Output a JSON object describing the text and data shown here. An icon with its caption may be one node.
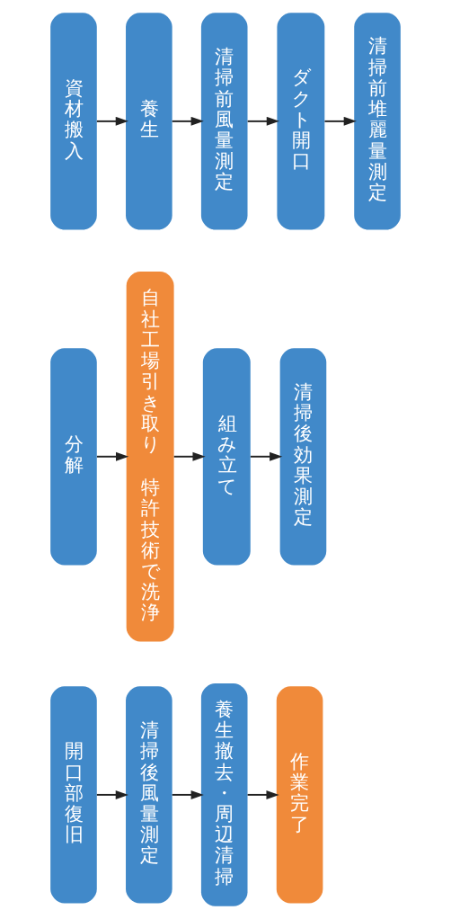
{
  "diagram": {
    "nodes": [
      {
        "text": [
          "資材搬入"
        ]
      },
      {
        "text": [
          "養生"
        ]
      },
      {
        "text": [
          "清掃前風量測定"
        ]
      },
      {
        "text": [
          "ダクト開口"
        ]
      },
      {
        "text": [
          "清掃前堆麗量測定"
        ]
      },
      {
        "text": [
          "分解"
        ]
      },
      {
        "text": [
          "自社工場引き取り",
          "特許技術で洗浄"
        ]
      },
      {
        "text": [
          "組み立て"
        ]
      },
      {
        "text": [
          "清掃後効果測定"
        ]
      },
      {
        "text": [
          "開口部復旧"
        ]
      },
      {
        "text": [
          "清掃後風量測定"
        ]
      },
      {
        "text": [
          "養生撤去・周辺清掃"
        ]
      },
      {
        "text": [
          "作業完了"
        ]
      }
    ],
    "edges": [
      {
        "from": 0,
        "to": 1,
        "arrow": "to"
      },
      {
        "from": 1,
        "to": 2,
        "arrow": "to"
      },
      {
        "from": 2,
        "to": 3,
        "arrow": "to"
      },
      {
        "from": 3,
        "to": 4,
        "arrow": "to"
      },
      {
        "from": 5,
        "to": 6,
        "arrow": "to"
      },
      {
        "from": 6,
        "to": 7,
        "arrow": "to"
      },
      {
        "from": 7,
        "to": 8,
        "arrow": "to"
      },
      {
        "from": 9,
        "to": 10,
        "arrow": "to"
      },
      {
        "from": 10,
        "to": 11,
        "arrow": "to"
      },
      {
        "from": 11,
        "to": 12,
        "arrow": "to"
      }
    ]
  }
}
